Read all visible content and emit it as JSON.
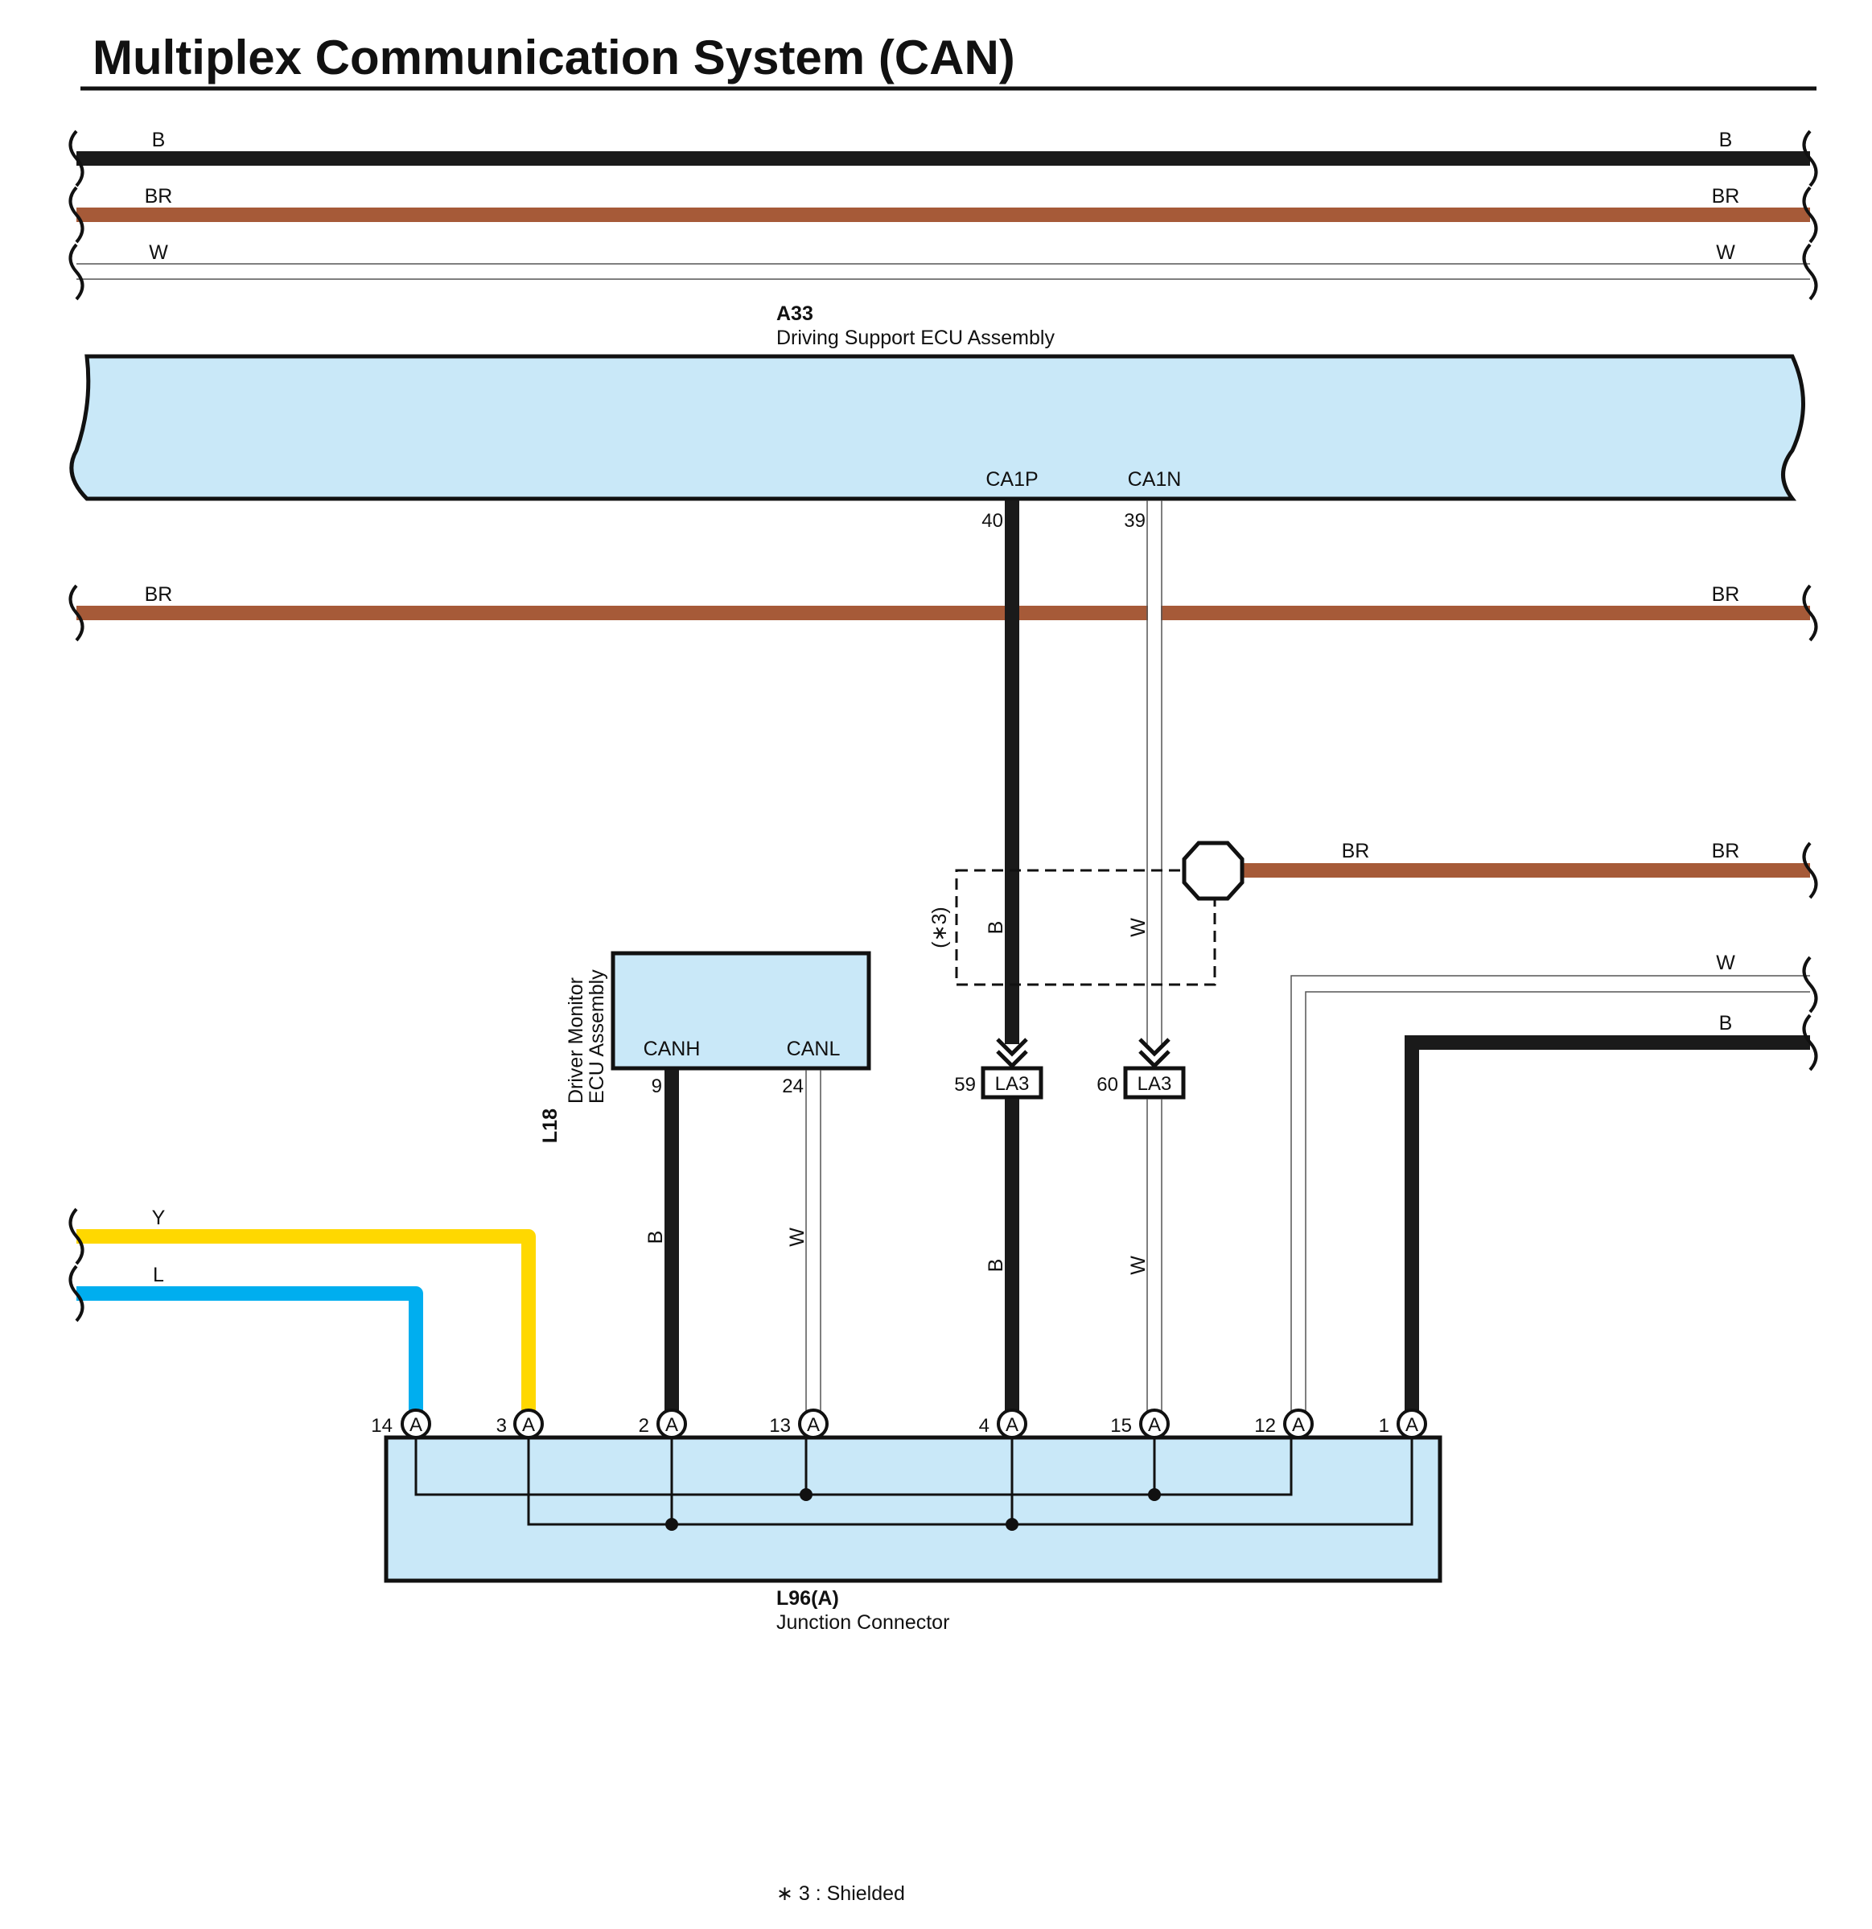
{
  "title": "Multiplex Communication System (CAN)",
  "colors": {
    "B": "#1a1a1a",
    "BR": "#a65a38",
    "W": "#ffffff",
    "Y": "#ffd800",
    "L": "#00aeef",
    "component_fill": "#c9e8f8",
    "outline": "#111111"
  },
  "top_wires": [
    {
      "color": "B",
      "label_left": "B",
      "label_right": "B"
    },
    {
      "color": "BR",
      "label_left": "BR",
      "label_right": "BR"
    },
    {
      "color": "W",
      "label_left": "W",
      "label_right": "W"
    }
  ],
  "ecu_a33": {
    "code": "A33",
    "name": "Driving Support ECU Assembly",
    "terminals": [
      {
        "name": "CA1P",
        "pin": "40",
        "wire": "B"
      },
      {
        "name": "CA1N",
        "pin": "39",
        "wire": "W"
      }
    ]
  },
  "mid_br_wire": {
    "label_left": "BR",
    "label_right": "BR"
  },
  "shield": {
    "ref": "(∗3)",
    "wire_labels": [
      "B",
      "W"
    ],
    "ground_wire": {
      "label_left": "BR",
      "label_right": "BR"
    }
  },
  "right_wires": [
    {
      "color": "W",
      "label": "W"
    },
    {
      "color": "B",
      "label": "B"
    }
  ],
  "ecu_l18": {
    "code": "L18",
    "name_line1": "Driver Monitor",
    "name_line2": "ECU Assembly",
    "terminals": [
      {
        "name": "CANH",
        "pin": "9",
        "wire": "B"
      },
      {
        "name": "CANL",
        "pin": "24",
        "wire": "W"
      }
    ]
  },
  "junction_la3": {
    "label": "LA3",
    "pins": [
      {
        "pin": "59",
        "wire_label": "B"
      },
      {
        "pin": "60",
        "wire_label": "W"
      }
    ]
  },
  "left_wires": [
    {
      "color": "Y",
      "label": "Y"
    },
    {
      "color": "L",
      "label": "L"
    }
  ],
  "junction_l96": {
    "code": "L96(A)",
    "name": "Junction Connector",
    "connector_letter": "A",
    "pins": [
      "14",
      "3",
      "2",
      "13",
      "4",
      "15",
      "12",
      "1"
    ]
  },
  "footnote": "∗ 3 : Shielded"
}
